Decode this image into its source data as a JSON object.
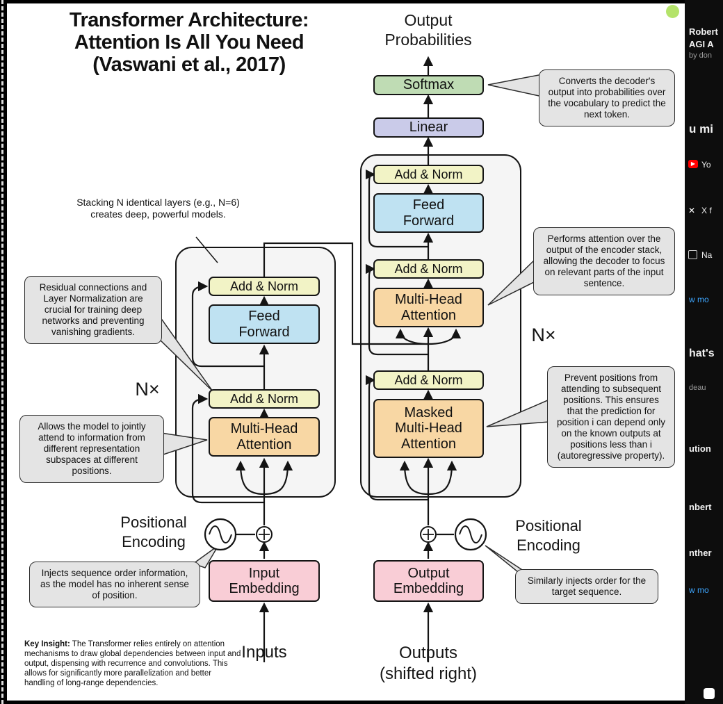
{
  "title": "Transformer Architecture:\nAttention Is All You Need\n(Vaswani et al., 2017)",
  "diagram": {
    "output_probabilities": "Output\nProbabilities",
    "blocks": {
      "softmax": "Softmax",
      "linear": "Linear",
      "add_norm": "Add & Norm",
      "feed_forward": "Feed\nForward",
      "multi_head_attention": "Multi-Head\nAttention",
      "masked_multi_head_attention": "Masked\nMulti-Head\nAttention",
      "input_embedding": "Input\nEmbedding",
      "output_embedding": "Output\nEmbedding"
    },
    "labels": {
      "nx": "N×",
      "positional_encoding": "Positional\nEncoding",
      "inputs": "Inputs",
      "outputs": "Outputs\n(shifted right)"
    },
    "callouts": {
      "softmax": "Converts the decoder's output into probabilities over the vocabulary to predict the next token.",
      "stacking": "Stacking N identical layers (e.g., N=6) creates deep, powerful models.",
      "residual": "Residual connections and Layer Normalization are crucial for training deep networks and preventing vanishing gradients.",
      "self_attention": "Allows the model to jointly attend to information from different representation subspaces at different positions.",
      "cross_attention": "Performs attention over the output of the encoder stack, allowing the decoder to focus on relevant parts of the input sentence.",
      "masked_attention": "Prevent positions from attending to subsequent positions. This ensures that the prediction for position i can depend only on the known outputs at positions less than i (autoregressive property).",
      "positional_left": "Injects sequence order information, as the model has no inherent sense of position.",
      "positional_right": "Similarly injects order for the target sequence."
    },
    "key_insight": {
      "label": "Key Insight:",
      "text": " The Transformer relies entirely on attention mechanisms to draw global dependencies between input and output, dispensing with recurrence and convolutions. This allows for significantly more parallelization and better handling of long-range dependencies."
    },
    "colors": {
      "softmax": "#bfdcb4",
      "linear": "#cacbe9",
      "add_norm": "#f2f3c6",
      "feed_forward": "#bfe2f2",
      "attention": "#f8d7a4",
      "embedding": "#f9cdd6",
      "callout_bg": "#e4e4e4",
      "container_bg": "#f5f5f5",
      "line": "#141414",
      "indicator_dot": "#b4e36a"
    }
  },
  "background_page": {
    "icons": {
      "youtube_icon": "▶",
      "x_icon": "✕"
    },
    "fragments": [
      "Robert",
      "AGI A",
      "by don",
      "u mi",
      "Yo",
      "X f",
      "Na",
      "w mo",
      "hat's",
      "deau",
      "ution",
      "nbert",
      "nther",
      "w mo"
    ]
  }
}
